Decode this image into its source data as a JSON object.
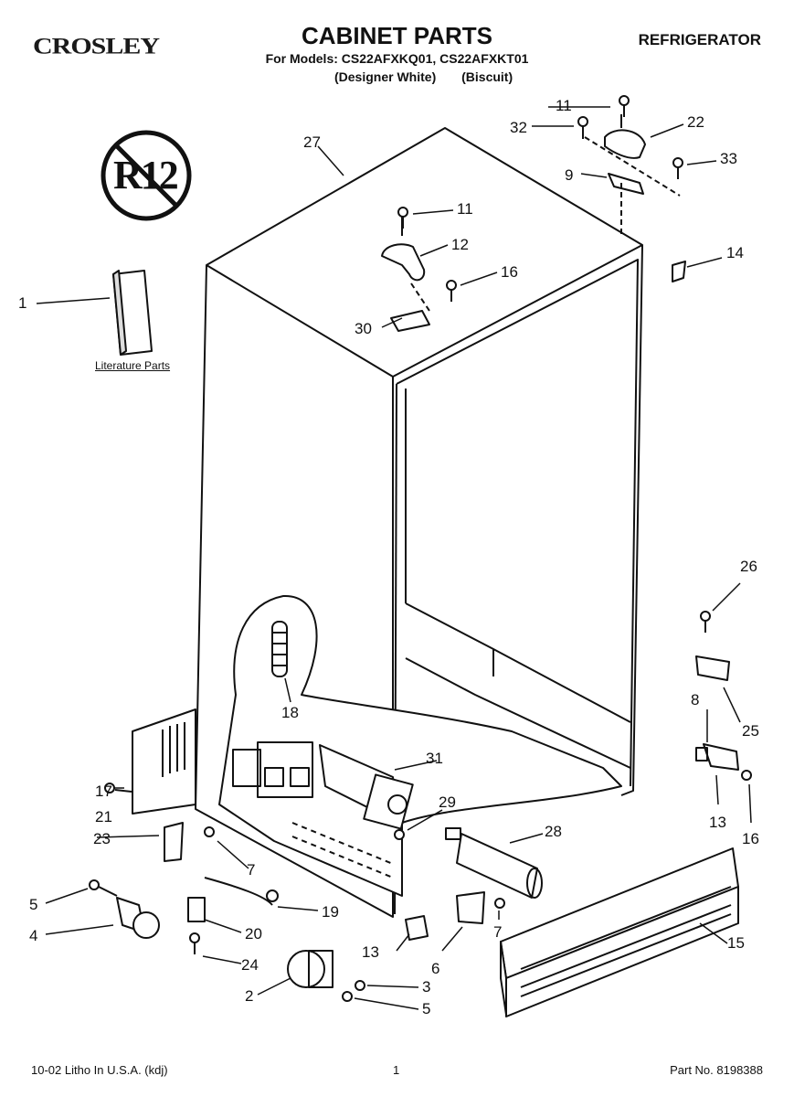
{
  "header": {
    "brand": "CROSLEY",
    "title": "CABINET PARTS",
    "subtitle": "For Models: CS22AFXKQ01, CS22AFXKT01",
    "variant_1": "(Designer White)",
    "variant_2": "(Biscuit)",
    "category": "REFRIGERATOR"
  },
  "badge": {
    "text": "R12",
    "icon": "no-r12-icon"
  },
  "literature_label": "Literature Parts",
  "footer": {
    "left": "10-02 Litho In U.S.A. (kdj)",
    "page": "1",
    "part_no": "Part No. 8198388"
  },
  "labels": {
    "l1": "1",
    "l2": "2",
    "l3": "3",
    "l4": "4",
    "l5a": "5",
    "l5b": "5",
    "l6": "6",
    "l7a": "7",
    "l7b": "7",
    "l8": "8",
    "l9": "9",
    "l11a": "11",
    "l11b": "11",
    "l12": "12",
    "l13a": "13",
    "l13b": "13",
    "l14": "14",
    "l15": "15",
    "l16a": "16",
    "l16b": "16",
    "l17": "17",
    "l18": "18",
    "l19": "19",
    "l20": "20",
    "l21": "21",
    "l22": "22",
    "l23": "23",
    "l24": "24",
    "l25": "25",
    "l26": "26",
    "l27": "27",
    "l28": "28",
    "l29": "29",
    "l30": "30",
    "l31": "31",
    "l32": "32",
    "l33": "33"
  }
}
